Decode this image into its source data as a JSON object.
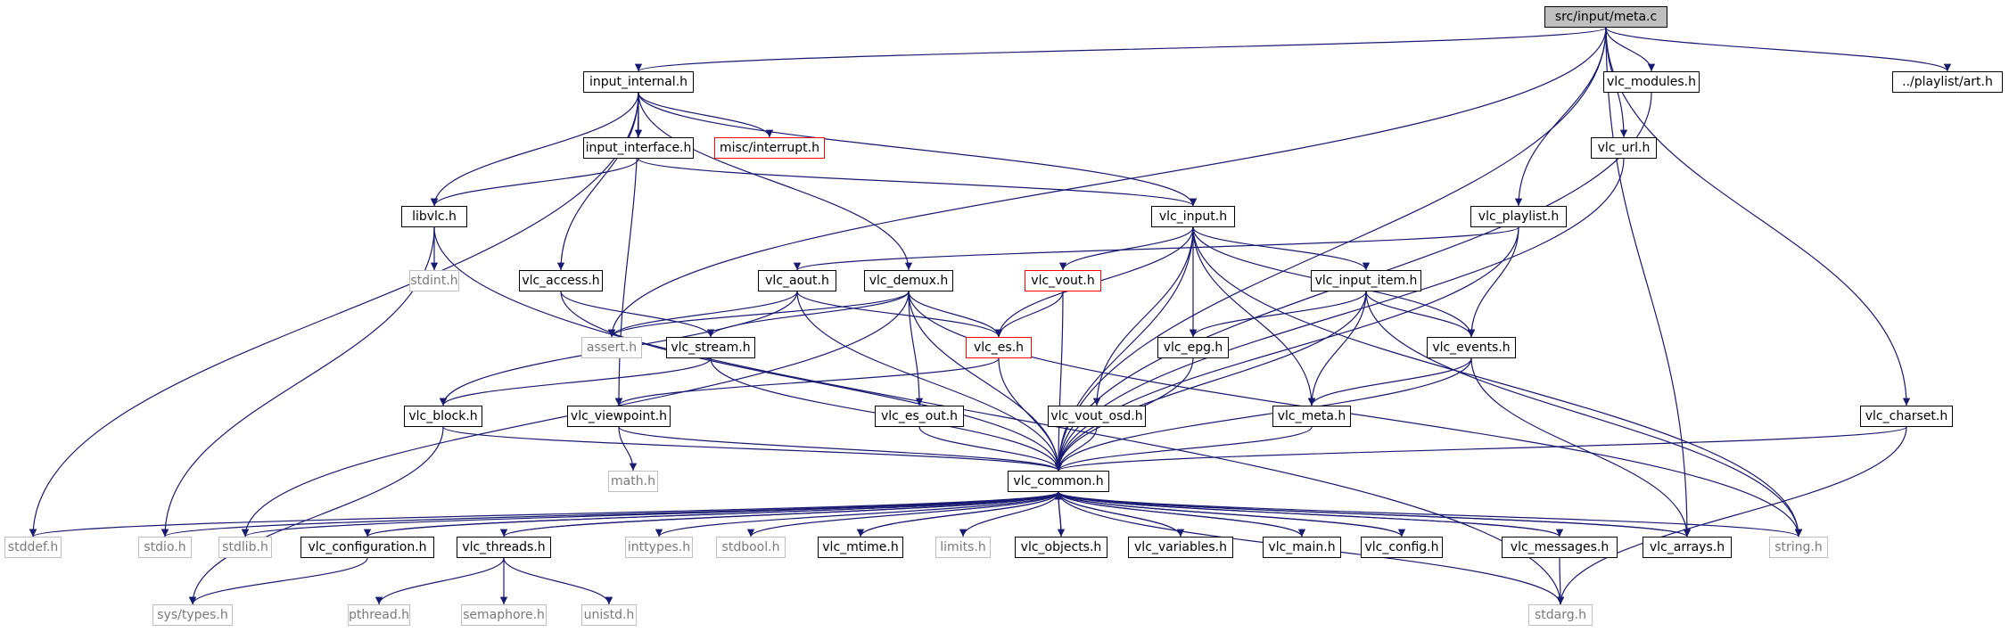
{
  "colors": {
    "edge": "#191970",
    "node_border": "#000000",
    "truncated_border": "#ff0000",
    "external_border": "#bfbfbf",
    "root_fill": "#bfbfbf"
  },
  "nodes": [
    {
      "id": "meta_c",
      "label": "src/input/meta.c",
      "kind": "root"
    },
    {
      "id": "input_internal_h",
      "label": "input_internal.h",
      "kind": "doc"
    },
    {
      "id": "vlc_modules_h",
      "label": "vlc_modules.h",
      "kind": "doc"
    },
    {
      "id": "playlist_art_h",
      "label": "../playlist/art.h",
      "kind": "doc"
    },
    {
      "id": "input_interface_h",
      "label": "input_interface.h",
      "kind": "doc"
    },
    {
      "id": "misc_interrupt_h",
      "label": "misc/interrupt.h",
      "kind": "trunc"
    },
    {
      "id": "vlc_url_h",
      "label": "vlc_url.h",
      "kind": "doc"
    },
    {
      "id": "libvlc_h",
      "label": "libvlc.h",
      "kind": "doc"
    },
    {
      "id": "vlc_input_h",
      "label": "vlc_input.h",
      "kind": "doc"
    },
    {
      "id": "vlc_playlist_h",
      "label": "vlc_playlist.h",
      "kind": "doc"
    },
    {
      "id": "stdint_h",
      "label": "stdint.h",
      "kind": "ext"
    },
    {
      "id": "vlc_access_h",
      "label": "vlc_access.h",
      "kind": "doc"
    },
    {
      "id": "vlc_aout_h",
      "label": "vlc_aout.h",
      "kind": "doc"
    },
    {
      "id": "vlc_demux_h",
      "label": "vlc_demux.h",
      "kind": "doc"
    },
    {
      "id": "vlc_vout_h",
      "label": "vlc_vout.h",
      "kind": "trunc"
    },
    {
      "id": "vlc_input_item_h",
      "label": "vlc_input_item.h",
      "kind": "doc"
    },
    {
      "id": "assert_h",
      "label": "assert.h",
      "kind": "ext"
    },
    {
      "id": "vlc_stream_h",
      "label": "vlc_stream.h",
      "kind": "doc"
    },
    {
      "id": "vlc_es_h",
      "label": "vlc_es.h",
      "kind": "trunc"
    },
    {
      "id": "vlc_epg_h",
      "label": "vlc_epg.h",
      "kind": "doc"
    },
    {
      "id": "vlc_events_h",
      "label": "vlc_events.h",
      "kind": "doc"
    },
    {
      "id": "vlc_block_h",
      "label": "vlc_block.h",
      "kind": "doc"
    },
    {
      "id": "vlc_viewpoint_h",
      "label": "vlc_viewpoint.h",
      "kind": "doc"
    },
    {
      "id": "vlc_es_out_h",
      "label": "vlc_es_out.h",
      "kind": "doc"
    },
    {
      "id": "vlc_vout_osd_h",
      "label": "vlc_vout_osd.h",
      "kind": "doc"
    },
    {
      "id": "vlc_meta_h",
      "label": "vlc_meta.h",
      "kind": "doc"
    },
    {
      "id": "vlc_charset_h",
      "label": "vlc_charset.h",
      "kind": "doc"
    },
    {
      "id": "math_h",
      "label": "math.h",
      "kind": "ext"
    },
    {
      "id": "vlc_common_h",
      "label": "vlc_common.h",
      "kind": "doc"
    },
    {
      "id": "stddef_h",
      "label": "stddef.h",
      "kind": "ext"
    },
    {
      "id": "stdio_h",
      "label": "stdio.h",
      "kind": "ext"
    },
    {
      "id": "stdlib_h",
      "label": "stdlib.h",
      "kind": "ext"
    },
    {
      "id": "vlc_configuration_h",
      "label": "vlc_configuration.h",
      "kind": "doc"
    },
    {
      "id": "vlc_threads_h",
      "label": "vlc_threads.h",
      "kind": "doc"
    },
    {
      "id": "inttypes_h",
      "label": "inttypes.h",
      "kind": "ext"
    },
    {
      "id": "stdbool_h",
      "label": "stdbool.h",
      "kind": "ext"
    },
    {
      "id": "vlc_mtime_h",
      "label": "vlc_mtime.h",
      "kind": "doc"
    },
    {
      "id": "limits_h",
      "label": "limits.h",
      "kind": "ext"
    },
    {
      "id": "vlc_objects_h",
      "label": "vlc_objects.h",
      "kind": "doc"
    },
    {
      "id": "vlc_variables_h",
      "label": "vlc_variables.h",
      "kind": "doc"
    },
    {
      "id": "vlc_main_h",
      "label": "vlc_main.h",
      "kind": "doc"
    },
    {
      "id": "vlc_config_h",
      "label": "vlc_config.h",
      "kind": "doc"
    },
    {
      "id": "vlc_messages_h",
      "label": "vlc_messages.h",
      "kind": "doc"
    },
    {
      "id": "vlc_arrays_h",
      "label": "vlc_arrays.h",
      "kind": "doc"
    },
    {
      "id": "string_h",
      "label": "string.h",
      "kind": "ext"
    },
    {
      "id": "sys_types_h",
      "label": "sys/types.h",
      "kind": "ext"
    },
    {
      "id": "pthread_h",
      "label": "pthread.h",
      "kind": "ext"
    },
    {
      "id": "semaphore_h",
      "label": "semaphore.h",
      "kind": "ext"
    },
    {
      "id": "unistd_h",
      "label": "unistd.h",
      "kind": "ext"
    },
    {
      "id": "stdarg_h",
      "label": "stdarg.h",
      "kind": "ext"
    }
  ],
  "edges": [
    [
      "meta_c",
      "input_internal_h"
    ],
    [
      "meta_c",
      "vlc_modules_h"
    ],
    [
      "meta_c",
      "playlist_art_h"
    ],
    [
      "meta_c",
      "vlc_url_h"
    ],
    [
      "meta_c",
      "vlc_playlist_h"
    ],
    [
      "meta_c",
      "assert_h"
    ],
    [
      "meta_c",
      "vlc_charset_h"
    ],
    [
      "meta_c",
      "vlc_arrays_h"
    ],
    [
      "meta_c",
      "vlc_common_h"
    ],
    [
      "input_internal_h",
      "input_interface_h"
    ],
    [
      "input_internal_h",
      "misc_interrupt_h"
    ],
    [
      "input_internal_h",
      "libvlc_h"
    ],
    [
      "input_internal_h",
      "vlc_input_h"
    ],
    [
      "input_internal_h",
      "vlc_access_h"
    ],
    [
      "input_internal_h",
      "vlc_demux_h"
    ],
    [
      "input_internal_h",
      "vlc_viewpoint_h"
    ],
    [
      "input_internal_h",
      "stddef_h"
    ],
    [
      "input_interface_h",
      "libvlc_h"
    ],
    [
      "input_interface_h",
      "vlc_input_h"
    ],
    [
      "libvlc_h",
      "stdint_h"
    ],
    [
      "libvlc_h",
      "stdio_h"
    ],
    [
      "libvlc_h",
      "stdarg_h"
    ],
    [
      "vlc_modules_h",
      "vlc_common_h"
    ],
    [
      "vlc_url_h",
      "vlc_common_h"
    ],
    [
      "vlc_playlist_h",
      "vlc_events_h"
    ],
    [
      "vlc_playlist_h",
      "vlc_aout_h"
    ],
    [
      "vlc_playlist_h",
      "vlc_common_h"
    ],
    [
      "vlc_input_h",
      "vlc_vout_h"
    ],
    [
      "vlc_input_h",
      "vlc_input_item_h"
    ],
    [
      "vlc_input_h",
      "vlc_es_h"
    ],
    [
      "vlc_input_h",
      "vlc_epg_h"
    ],
    [
      "vlc_input_h",
      "vlc_events_h"
    ],
    [
      "vlc_input_h",
      "vlc_vout_osd_h"
    ],
    [
      "vlc_input_h",
      "vlc_meta_h"
    ],
    [
      "vlc_input_h",
      "vlc_common_h"
    ],
    [
      "vlc_input_h",
      "string_h"
    ],
    [
      "vlc_access_h",
      "vlc_stream_h"
    ],
    [
      "vlc_access_h",
      "vlc_common_h"
    ],
    [
      "vlc_aout_h",
      "assert_h"
    ],
    [
      "vlc_aout_h",
      "vlc_es_h"
    ],
    [
      "vlc_aout_h",
      "vlc_block_h"
    ],
    [
      "vlc_aout_h",
      "vlc_common_h"
    ],
    [
      "vlc_demux_h",
      "assert_h"
    ],
    [
      "vlc_demux_h",
      "vlc_stream_h"
    ],
    [
      "vlc_demux_h",
      "vlc_es_h"
    ],
    [
      "vlc_demux_h",
      "vlc_es_out_h"
    ],
    [
      "vlc_demux_h",
      "vlc_common_h"
    ],
    [
      "vlc_demux_h",
      "stdlib_h"
    ],
    [
      "vlc_demux_h",
      "string_h"
    ],
    [
      "vlc_vout_h",
      "vlc_es_h"
    ],
    [
      "vlc_vout_h",
      "vlc_common_h"
    ],
    [
      "vlc_input_item_h",
      "vlc_epg_h"
    ],
    [
      "vlc_input_item_h",
      "vlc_events_h"
    ],
    [
      "vlc_input_item_h",
      "vlc_meta_h"
    ],
    [
      "vlc_input_item_h",
      "vlc_common_h"
    ],
    [
      "vlc_input_item_h",
      "string_h"
    ],
    [
      "vlc_stream_h",
      "vlc_block_h"
    ],
    [
      "vlc_stream_h",
      "vlc_common_h"
    ],
    [
      "vlc_es_h",
      "vlc_viewpoint_h"
    ],
    [
      "vlc_es_h",
      "vlc_common_h"
    ],
    [
      "vlc_epg_h",
      "vlc_common_h"
    ],
    [
      "vlc_events_h",
      "vlc_meta_h"
    ],
    [
      "vlc_events_h",
      "vlc_common_h"
    ],
    [
      "vlc_events_h",
      "vlc_arrays_h"
    ],
    [
      "vlc_block_h",
      "sys_types_h"
    ],
    [
      "vlc_block_h",
      "vlc_common_h"
    ],
    [
      "vlc_viewpoint_h",
      "math_h"
    ],
    [
      "vlc_viewpoint_h",
      "vlc_common_h"
    ],
    [
      "vlc_es_out_h",
      "vlc_common_h"
    ],
    [
      "vlc_vout_osd_h",
      "vlc_common_h"
    ],
    [
      "vlc_meta_h",
      "vlc_common_h"
    ],
    [
      "vlc_charset_h",
      "vlc_common_h"
    ],
    [
      "vlc_charset_h",
      "stdarg_h"
    ],
    [
      "vlc_common_h",
      "stddef_h"
    ],
    [
      "vlc_common_h",
      "stdio_h"
    ],
    [
      "vlc_common_h",
      "stdlib_h"
    ],
    [
      "vlc_common_h",
      "vlc_configuration_h"
    ],
    [
      "vlc_common_h",
      "vlc_threads_h"
    ],
    [
      "vlc_common_h",
      "inttypes_h"
    ],
    [
      "vlc_common_h",
      "stdbool_h"
    ],
    [
      "vlc_common_h",
      "vlc_mtime_h"
    ],
    [
      "vlc_common_h",
      "limits_h"
    ],
    [
      "vlc_common_h",
      "vlc_objects_h"
    ],
    [
      "vlc_common_h",
      "vlc_variables_h"
    ],
    [
      "vlc_common_h",
      "vlc_main_h"
    ],
    [
      "vlc_common_h",
      "vlc_config_h"
    ],
    [
      "vlc_common_h",
      "vlc_messages_h"
    ],
    [
      "vlc_common_h",
      "vlc_arrays_h"
    ],
    [
      "vlc_common_h",
      "string_h"
    ],
    [
      "vlc_common_h",
      "stdarg_h"
    ],
    [
      "vlc_configuration_h",
      "vlc_common_h"
    ],
    [
      "vlc_configuration_h",
      "sys_types_h"
    ],
    [
      "vlc_threads_h",
      "vlc_common_h"
    ],
    [
      "vlc_threads_h",
      "pthread_h"
    ],
    [
      "vlc_threads_h",
      "semaphore_h"
    ],
    [
      "vlc_threads_h",
      "unistd_h"
    ],
    [
      "vlc_mtime_h",
      "vlc_common_h"
    ],
    [
      "vlc_objects_h",
      "vlc_common_h"
    ],
    [
      "vlc_variables_h",
      "vlc_common_h"
    ],
    [
      "vlc_main_h",
      "vlc_common_h"
    ],
    [
      "vlc_config_h",
      "vlc_common_h"
    ],
    [
      "vlc_messages_h",
      "vlc_common_h"
    ],
    [
      "vlc_messages_h",
      "stdarg_h"
    ],
    [
      "vlc_arrays_h",
      "vlc_common_h"
    ]
  ]
}
